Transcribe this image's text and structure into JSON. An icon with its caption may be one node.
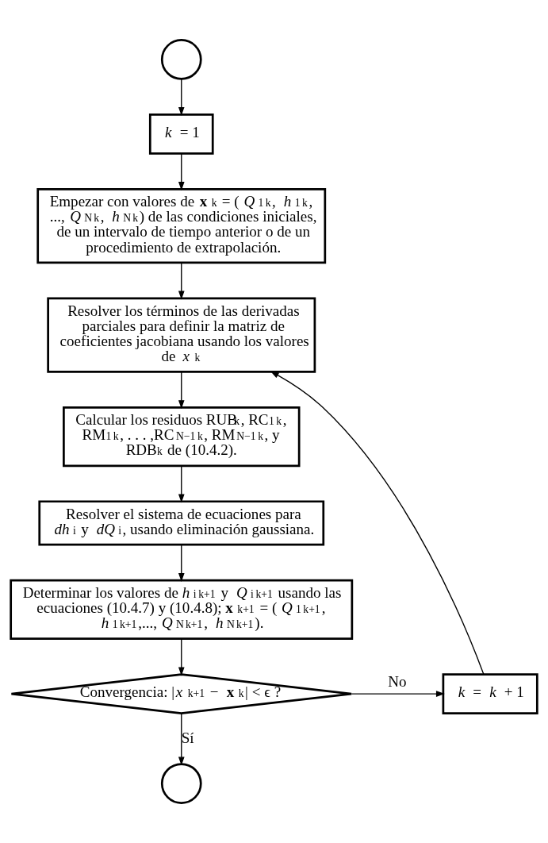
{
  "diagram": {
    "nodes": [
      {
        "text": [],
        "shape": "circle"
      },
      {
        "text": [
          "*k* = 1"
        ]
      },
      {
        "text": [
          "Empezar con valores de **x**$^{k}$ = (*Q*$_{1}$$^{k}$, *h*$_{1}$$^{k}$, ...,*Q*$_{N}$$^{k}$, *h*$_{N}$$^{k}$) de las condiciones iniciales, de un intervalo de tiempo anterior o de un procedimiento de extrapolación."
        ]
      },
      {
        "text": [
          "Resolver los términos de las derivadas parciales para definir la matriz de coeficientes jacobiana usando los valores de *x*$^{k}$"
        ]
      },
      {
        "text": [
          "Calcular los residuos RUB$^{k}$, RC$_{1}$$^{k}$, RM$_{1}$$^{k}$, . . . ,RC$_{N−1}$$^{k}$, RM$_{N−1}$$^{k}$, y RDB$^{k}$ de (10.4.2)."
        ]
      },
      {
        "text": [
          "Resolver el sistema de ecuaciones para *dh*$_{i}$ y *dQ*$_{i}$, usando eliminación gaussiana."
        ]
      },
      {
        "text": [
          "Determinar los valores de *h*$_{i}$$^{k+1}$ y *Q*$_{i}$$^{k+1}$ usando las ecuaciones (10.4.7) y (10.4.8); **x**$^{k+1}$ = (*Q*$_{1}$$^{k+1}$, *h*$_{1}$$^{k+1}$,...,*Q*$_{N}$$^{k+1}$, *h*$_{N}$$^{k+1}$)."
        ]
      },
      {
        "text": [
          "Convergencia: |*x*$^{k+1}$ − **x**$^{k}$| < ϵ ?"
        ]
      },
      {
        "text": [
          "*k* = *k* + 1"
        ]
      },
      {
        "text": [],
        "shape": "circle"
      }
    ],
    "edges": [
      {
        "from": 0,
        "to": 1,
        "arrow": "to"
      },
      {
        "from": 1,
        "to": 2,
        "arrow": "to"
      },
      {
        "from": 2,
        "to": 3,
        "arrow": "to"
      },
      {
        "from": 3,
        "to": 4,
        "arrow": "to"
      },
      {
        "from": 4,
        "to": 5,
        "arrow": "to"
      },
      {
        "from": 5,
        "to": 6,
        "arrow": "to"
      },
      {
        "from": 6,
        "to": 7,
        "arrow": "to"
      },
      {
        "from": 7,
        "to": 8,
        "arrow": "to",
        "label": "No"
      },
      {
        "from": 8,
        "to": 3,
        "arrow": "to"
      },
      {
        "from": 7,
        "to": 9,
        "arrow": "to",
        "label": "Sí"
      }
    ]
  }
}
